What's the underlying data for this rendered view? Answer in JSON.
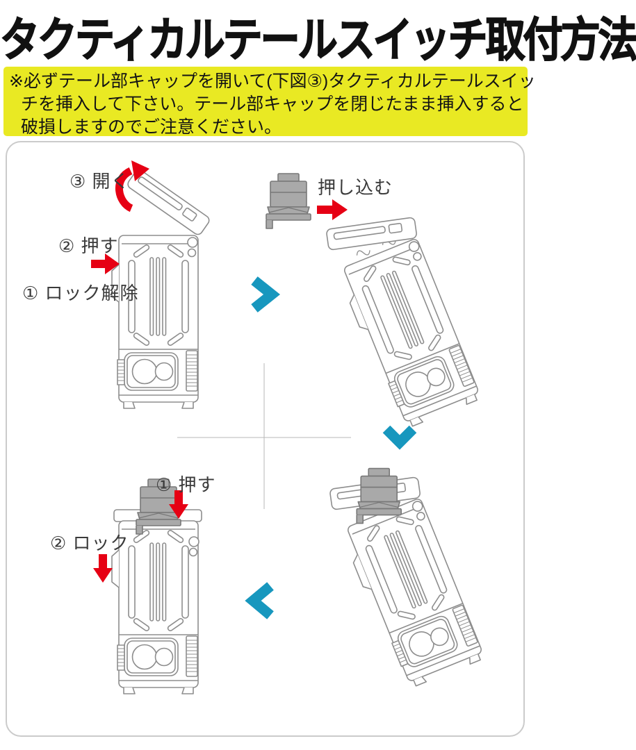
{
  "page": {
    "title": "タクティカルテールスイッチ取付方法"
  },
  "warning": {
    "line1": "※必ずテール部キャップを開いて(下図③)タクティカルテールスイッ",
    "line2": "チを挿入して下さい。テール部キャップを閉じたまま挿入すると",
    "line3": "破損しますのでご注意ください。"
  },
  "panels": {
    "top_left": {
      "step3_open": "③ 開く",
      "step2_push": "② 押す",
      "step1_unlock": "① ロック解除"
    },
    "top_right": {
      "push_in": "押し込む"
    },
    "bottom_left": {
      "step1_push": "① 押す",
      "step2_lock": "② ロック"
    }
  },
  "colors": {
    "arrow_red": "#e60014",
    "chevron_teal": "#1797be",
    "line_art_gray": "#8d8d8d",
    "switch_gray": "#a9a9a9",
    "highlight_yellow": "#e9e923",
    "border_gray": "#cbcbcb",
    "crosshair_gray": "#b7b7b7"
  }
}
